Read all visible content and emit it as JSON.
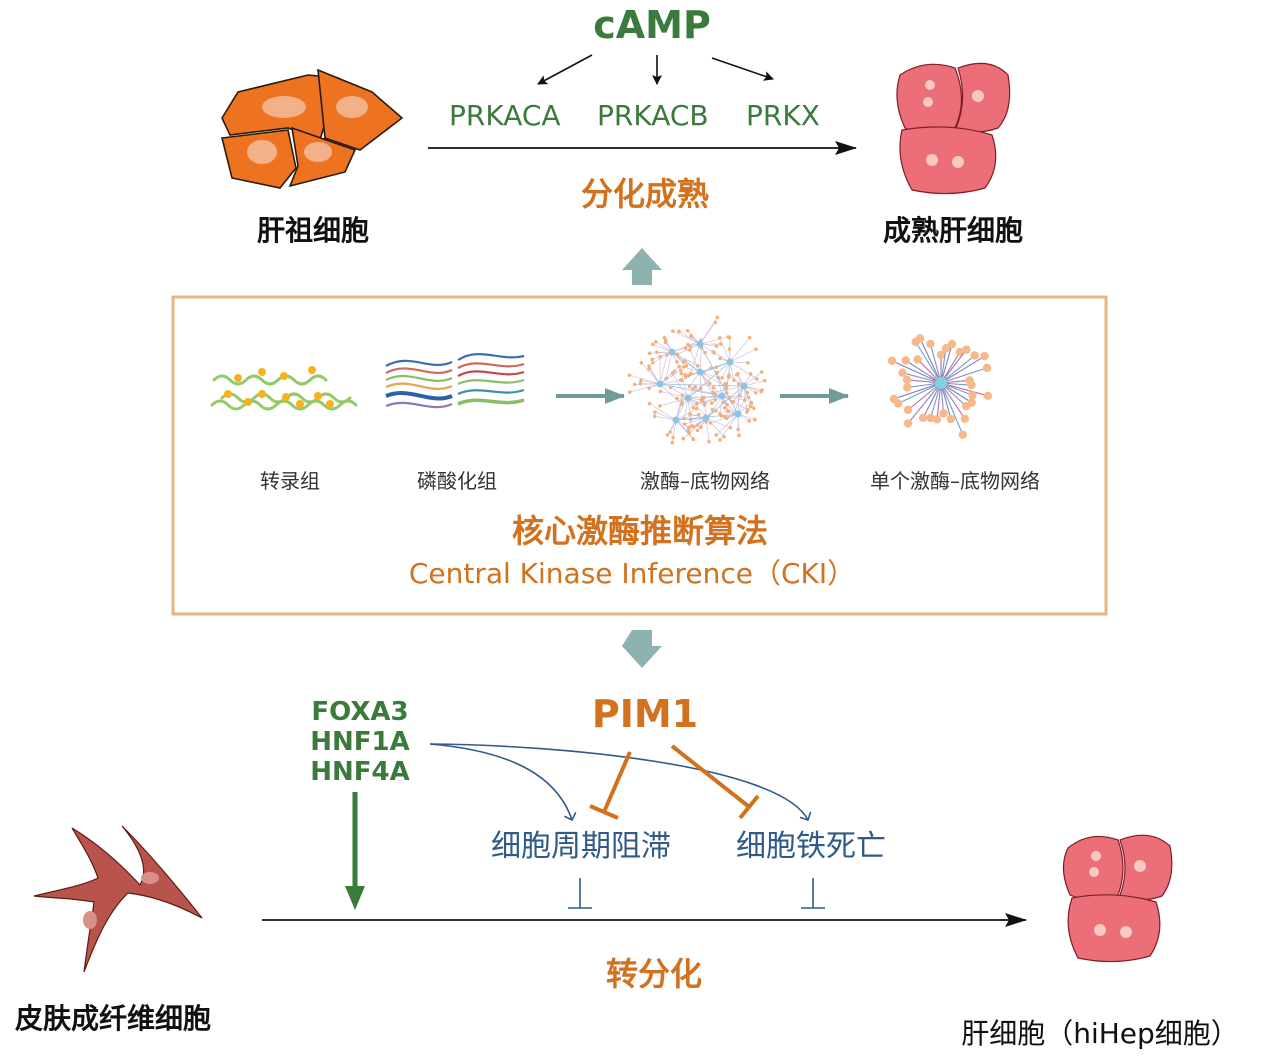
{
  "top": {
    "camp": "cAMP",
    "kinases": [
      "PRKACA",
      "PRKACB",
      "PRKX"
    ],
    "process": "分化成熟",
    "left_cell": "肝祖细胞",
    "right_cell": "成熟肝细胞"
  },
  "box": {
    "items": [
      "转录组",
      "磷酸化组",
      "激酶–底物网络",
      "单个激酶–底物网络"
    ],
    "title_cn": "核心激酶推断算法",
    "title_en": "Central Kinase Inference（CKI）"
  },
  "bottom": {
    "factors": [
      "FOXA3",
      "HNF1A",
      "HNF4A"
    ],
    "pim": "PIM1",
    "arrest": "细胞周期阻滞",
    "ferro": "细胞铁死亡",
    "process": "转分化",
    "left_cell": "皮肤成纤维细胞",
    "right_cell": "肝细胞（hiHep细胞）"
  },
  "colors": {
    "green": "#3a7a3a",
    "orange": "#d2711e",
    "blue": "#2f5a8a",
    "teal": "#7fa9a6",
    "box_border": "#eab57d"
  }
}
